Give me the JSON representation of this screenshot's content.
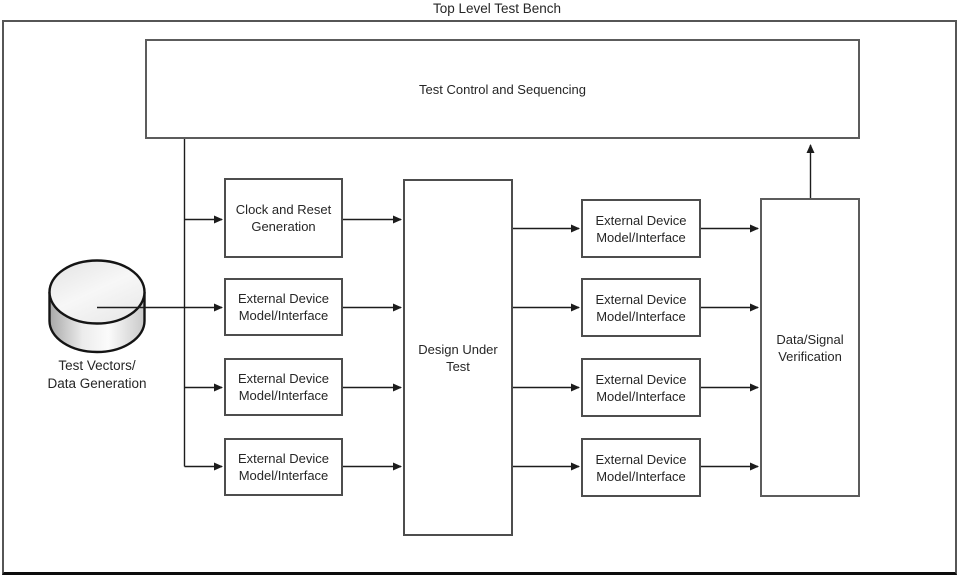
{
  "title": "Top Level Test Bench",
  "colors": {
    "background": "#ffffff",
    "line": "#1c1c1c",
    "box_border": "#4d4d4d",
    "text": "#262626"
  },
  "test_control": {
    "label": "Test Control and Sequencing"
  },
  "cylinder": {
    "line1": "Test Vectors/",
    "line2": "Data Generation"
  },
  "left_boxes": [
    {
      "line1": "Clock and Reset",
      "line2": "Generation"
    },
    {
      "line1": "External Device",
      "line2": "Model/Interface"
    },
    {
      "line1": "External Device",
      "line2": "Model/Interface"
    },
    {
      "line1": "External Device",
      "line2": "Model/Interface"
    }
  ],
  "dut": {
    "line1": "Design Under",
    "line2": "Test"
  },
  "right_boxes": [
    {
      "line1": "External Device",
      "line2": "Model/Interface"
    },
    {
      "line1": "External Device",
      "line2": "Model/Interface"
    },
    {
      "line1": "External Device",
      "line2": "Model/Interface"
    },
    {
      "line1": "External Device",
      "line2": "Model/Interface"
    }
  ],
  "verification": {
    "line1": "Data/Signal",
    "line2": "Verification"
  }
}
